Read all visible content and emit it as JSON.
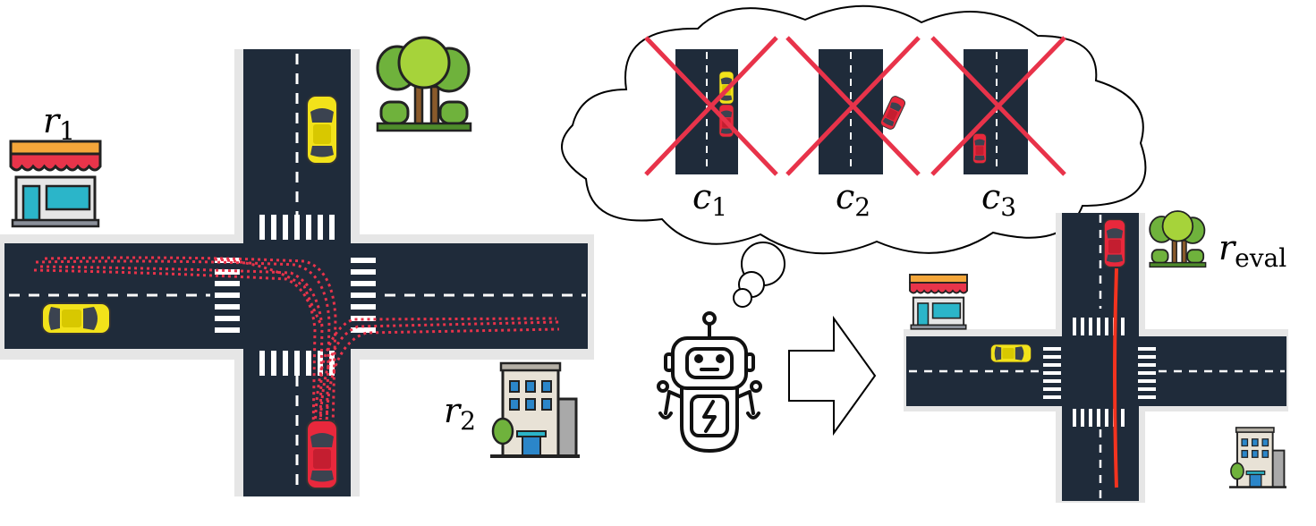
{
  "labels": {
    "r1": {
      "base": "r",
      "sub": "1"
    },
    "r2": {
      "base": "r",
      "sub": "2"
    },
    "reval": {
      "base": "r",
      "sub": "eval"
    },
    "c1": {
      "base": "c",
      "sub": "1"
    },
    "c2": {
      "base": "c",
      "sub": "2"
    },
    "c3": {
      "base": "c",
      "sub": "3"
    }
  },
  "colors": {
    "road": "#1f2b3a",
    "sidewalk": "#e6e6e6",
    "lane_marking": "#ffffff",
    "cross_mark": "#e8334a",
    "trajectory_dotted": "#e8334a",
    "trajectory_solid": "#f2331f",
    "car_yellow": "#f2e21a",
    "car_red": "#e8283c",
    "outline": "#111111"
  },
  "icons": [
    "shop-icon",
    "park-trees-icon",
    "office-building-icon",
    "robot-icon",
    "thought-cloud-icon",
    "arrow-right-icon",
    "car-icon"
  ]
}
